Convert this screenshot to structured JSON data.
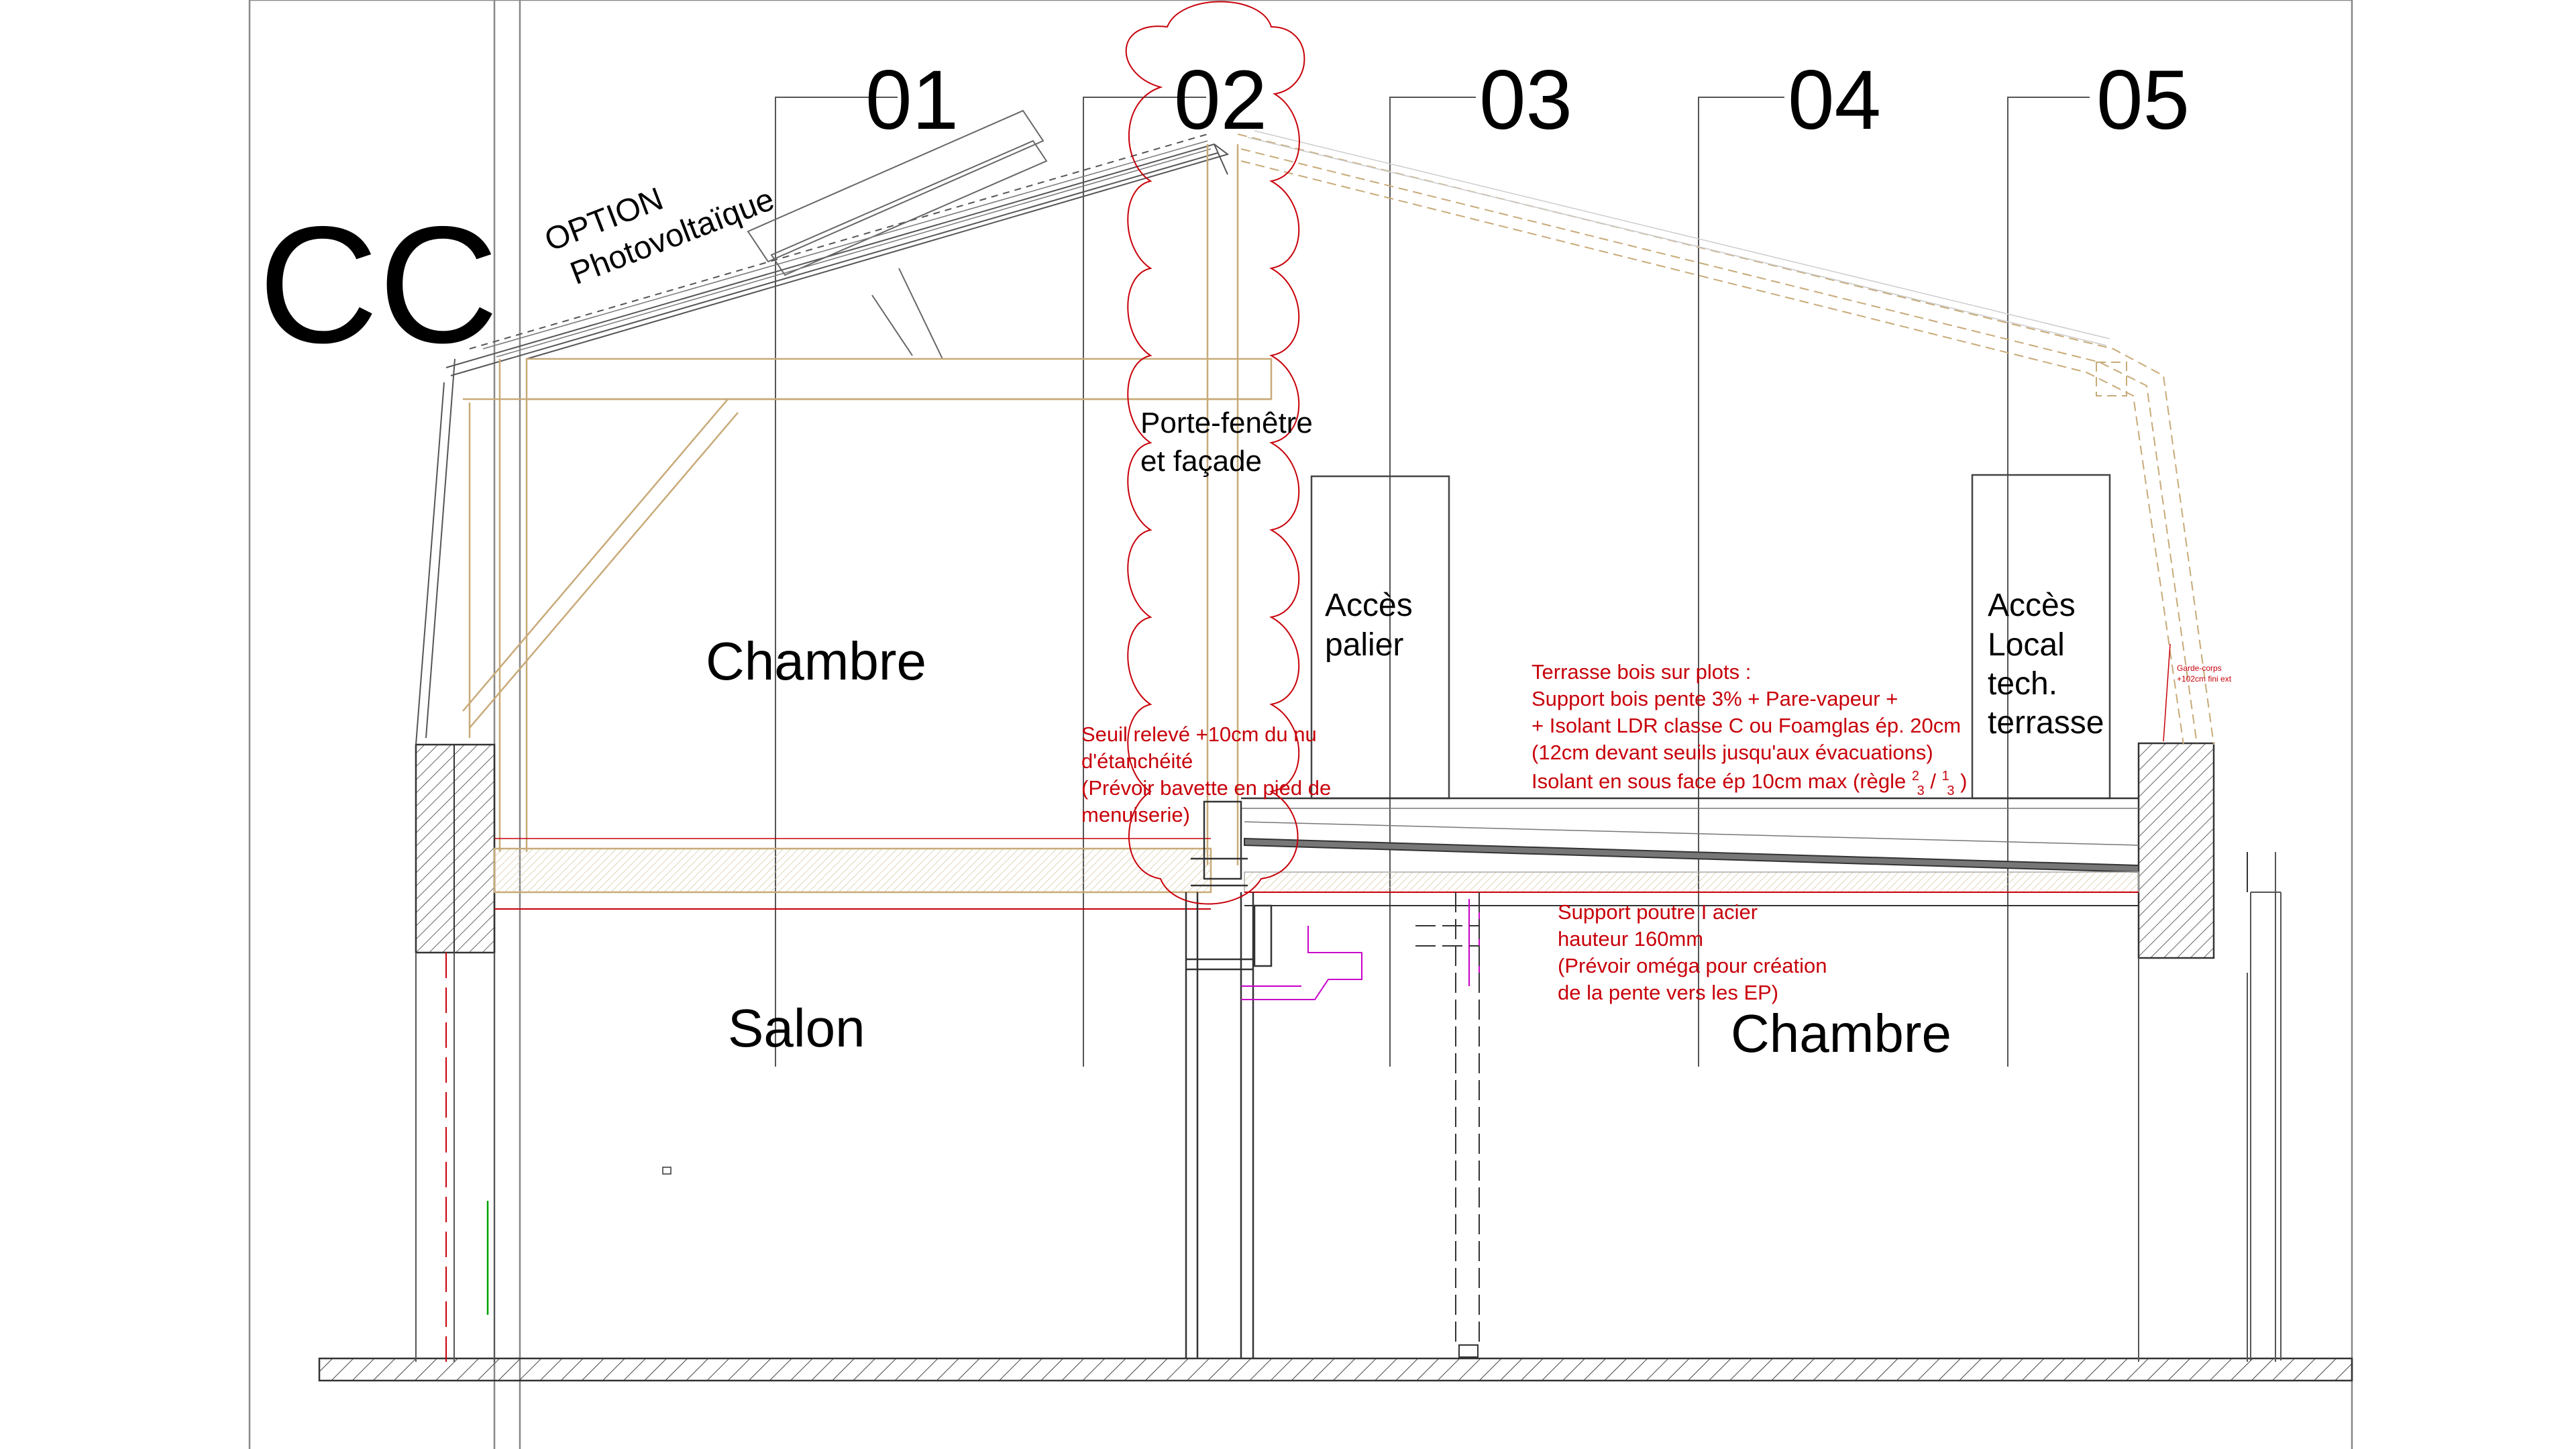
{
  "section_mark": "CC",
  "axes": [
    "01",
    "02",
    "03",
    "04",
    "05"
  ],
  "pv_option": {
    "line1": "OPTION",
    "line2": "Photovoltaïque"
  },
  "cloud_note": {
    "line1": "Porte-fenêtre",
    "line2": "et façade"
  },
  "rooms": {
    "upper_left": "Chambre",
    "lower_left": "Salon",
    "lower_right": "Chambre"
  },
  "access_palier": {
    "line1": "Accès",
    "line2": "palier"
  },
  "access_local": {
    "line1": "Accès",
    "line2": "Local",
    "line3": "tech.",
    "line4": "terrasse"
  },
  "sill_note": {
    "line1": "Seuil relevé +10cm du nu",
    "line2": "d'étanchéité",
    "line3": "(Prévoir bavette en pied de",
    "line4": "menuiserie)"
  },
  "terrace_note": {
    "line1": "Terrasse bois sur plots :",
    "line2": "Support bois pente 3% + Pare-vapeur +",
    "line3": "+ Isolant LDR classe C ou Foamglas ép. 20cm",
    "line4": "(12cm devant seuils jusqu'aux évacuations)",
    "line5a": "Isolant en sous face ép 10cm max (règle ",
    "frac1_num": "2",
    "frac1_den": "3",
    "frac_sep": " / ",
    "frac2_num": "1",
    "frac2_den": "3",
    "line5b": ")"
  },
  "beam_note": {
    "line1": "Support poutre I acier",
    "line2": "hauteur 160mm",
    "line3": "(Prévoir oméga pour création",
    "line4": "de la pente vers les EP)"
  },
  "railing_note": {
    "line1": "Garde-corps",
    "line2": "+102cm fini ext"
  },
  "colors": {
    "ink": "#000000",
    "annotation_red": "#c8000a",
    "timber": "#c8aa78",
    "hatch": "#555555",
    "magenta": "#c800c8",
    "green": "#00a000"
  }
}
